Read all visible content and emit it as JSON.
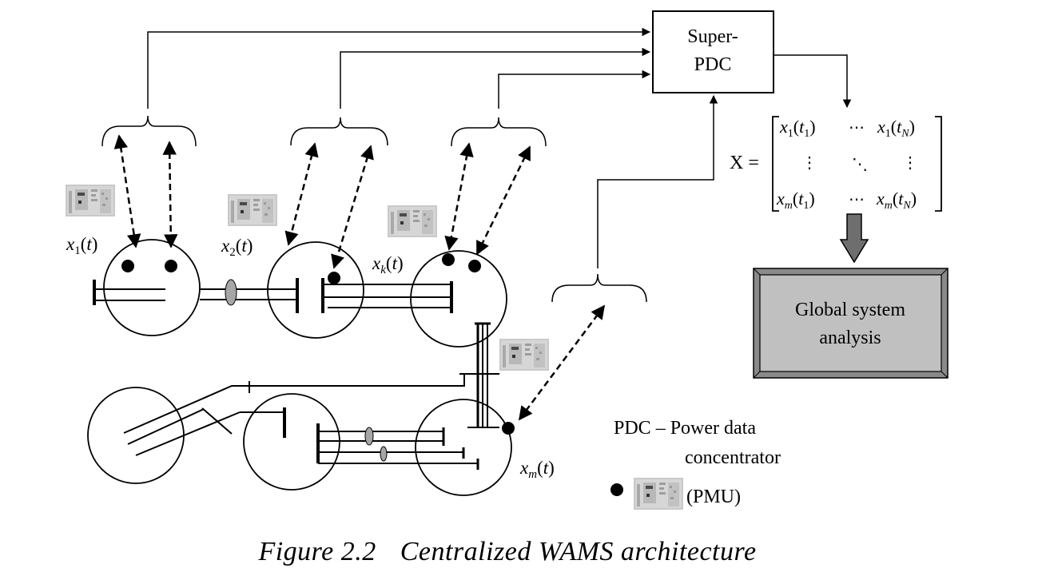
{
  "super_pdc": {
    "line1": "Super-",
    "line2": "PDC"
  },
  "matrix": {
    "lhs": "X =",
    "r1c1": "x1(t1)",
    "r1c3": "x1(tN)",
    "r3c1": "xm(t1)",
    "r3c3": "xm(tN)",
    "hdots": "⋯",
    "vdots": "⋮",
    "ddots": "⋱"
  },
  "analysis": {
    "line1": "Global system",
    "line2": "analysis"
  },
  "pmu_labels": {
    "x1": "x1(t)",
    "x2": "x2(t)",
    "xk": "xk(t)",
    "xm": "xm(t)"
  },
  "legend": {
    "line1": "PDC – Power data",
    "line2": "concentrator",
    "pmu": "(PMU)"
  },
  "caption": {
    "fig": "Figure 2.2",
    "title": "Centralized WAMS architecture"
  },
  "colors": {
    "stroke": "#000000",
    "pmu_icon_bg": "#c9c9c9",
    "analysis_fill": "#c0c0c0",
    "arrow_fill": "#6e6e6e",
    "breaker_fill": "#a6a6a6"
  },
  "icons": [
    "pmu-device-icon",
    "dot-pmu-marker-icon"
  ]
}
